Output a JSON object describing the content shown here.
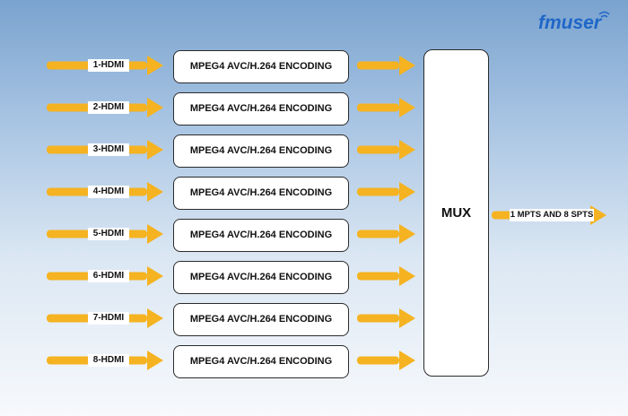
{
  "brand": {
    "logo_text": "fmuser",
    "logo_color": "#1f67c8"
  },
  "inputs": [
    {
      "label": "1-HDMI",
      "encoder": "MPEG4 AVC/H.264 ENCODING"
    },
    {
      "label": "2-HDMI",
      "encoder": "MPEG4 AVC/H.264 ENCODING"
    },
    {
      "label": "3-HDMI",
      "encoder": "MPEG4 AVC/H.264 ENCODING"
    },
    {
      "label": "4-HDMI",
      "encoder": "MPEG4 AVC/H.264 ENCODING"
    },
    {
      "label": "5-HDMI",
      "encoder": "MPEG4 AVC/H.264 ENCODING"
    },
    {
      "label": "6-HDMI",
      "encoder": "MPEG4 AVC/H.264 ENCODING"
    },
    {
      "label": "7-HDMI",
      "encoder": "MPEG4 AVC/H.264 ENCODING"
    },
    {
      "label": "8-HDMI",
      "encoder": "MPEG4 AVC/H.264 ENCODING"
    }
  ],
  "mux": {
    "label": "MUX"
  },
  "output": {
    "label": "1 MPTS AND 8 SPTS"
  },
  "colors": {
    "arrow": "#f5b321",
    "box_border": "#2b2b2b",
    "background_top": "#7aa3cf",
    "background_bottom": "#f7f9fc"
  }
}
